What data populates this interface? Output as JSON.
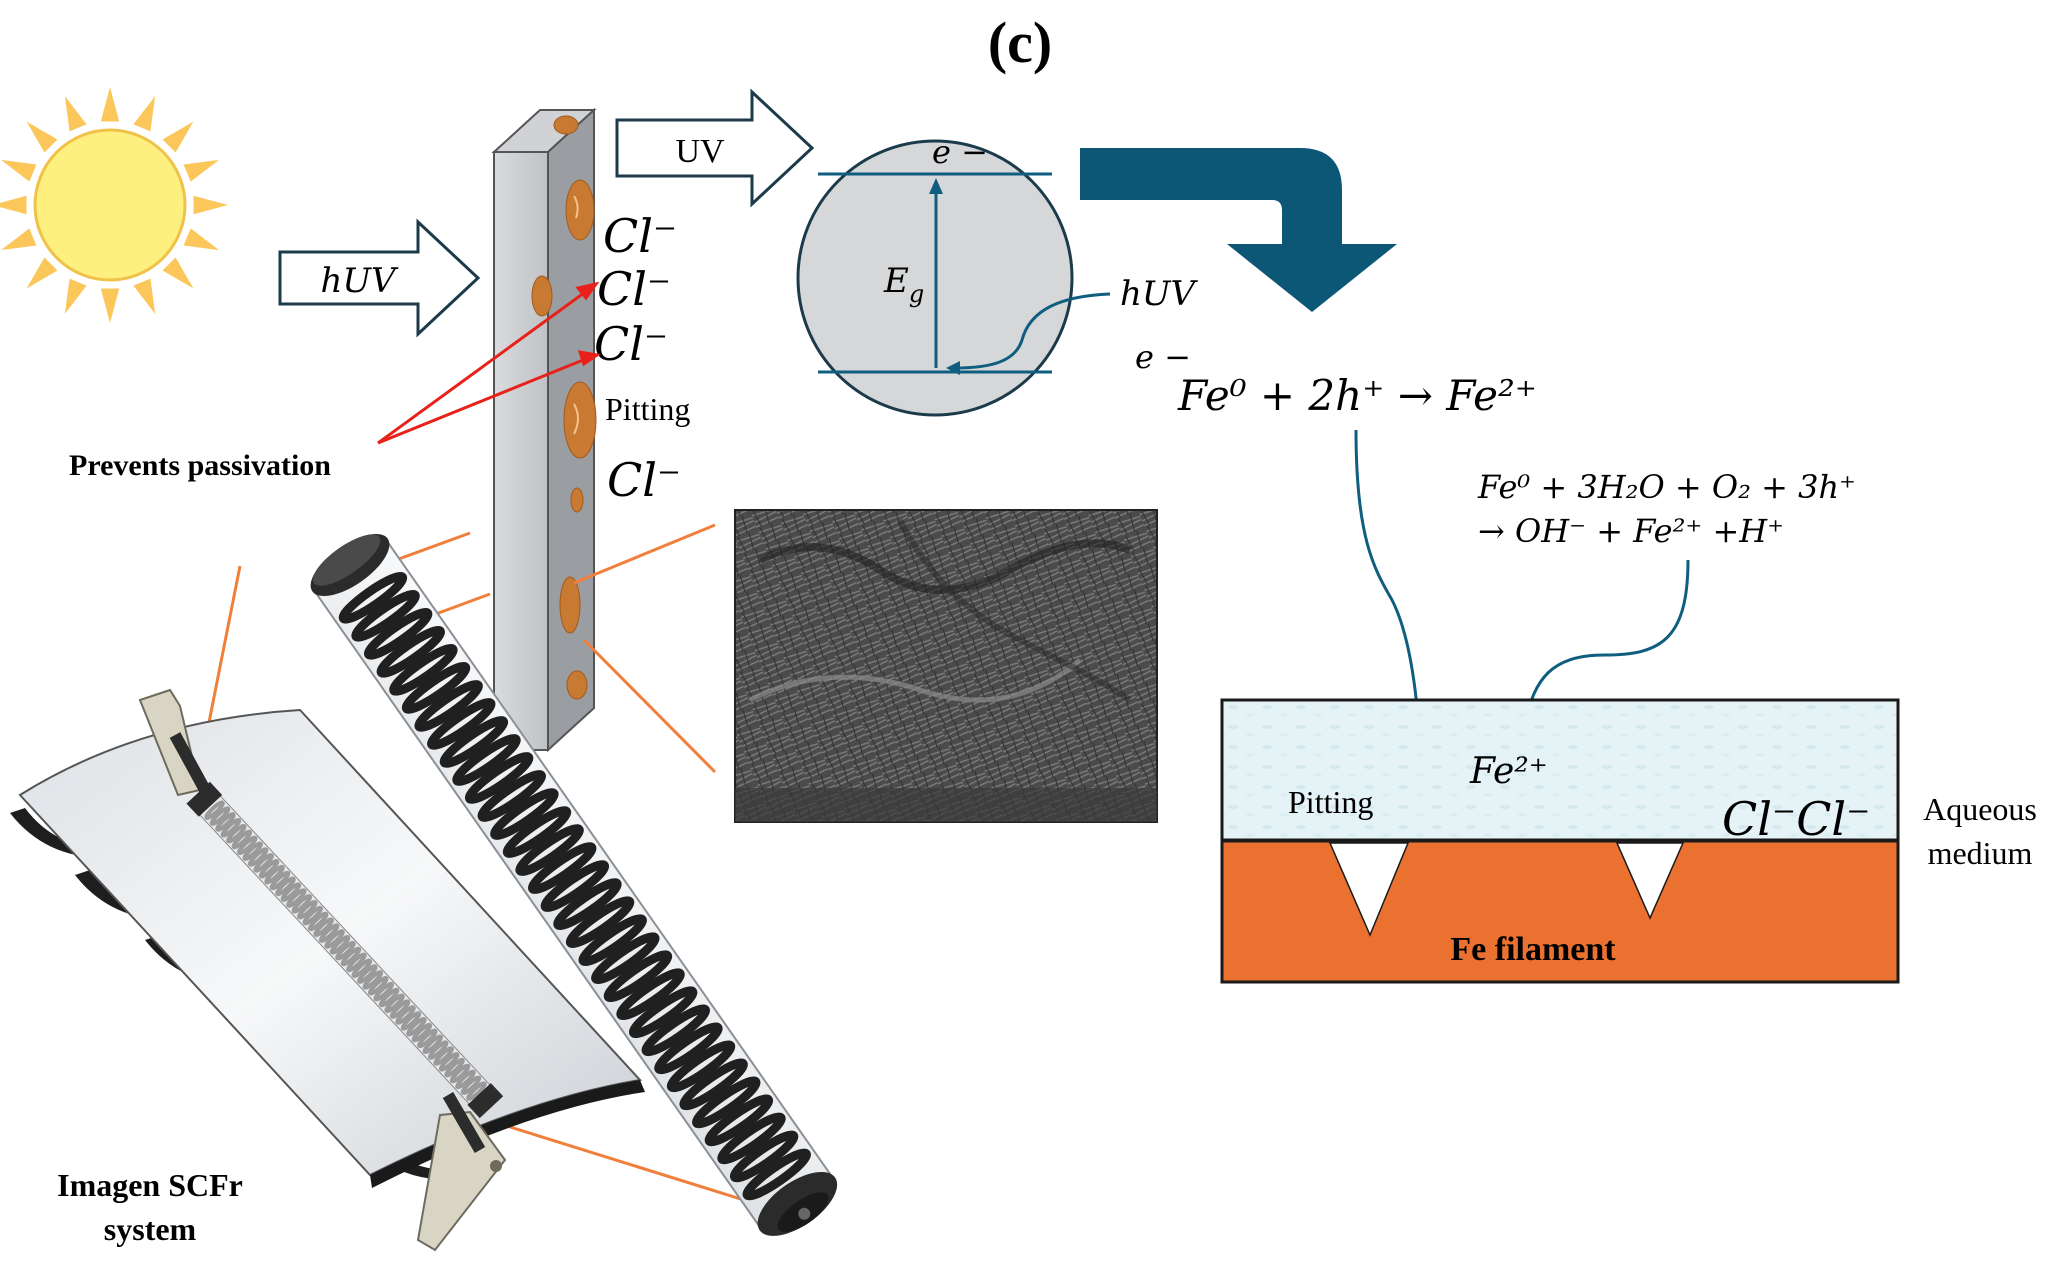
{
  "panel_label": "(c)",
  "sun": {
    "icon": "sun-icon",
    "fill": "#fdf07f",
    "rays": "#fcc75a"
  },
  "arrows": {
    "huv_input": "hUV",
    "uv_output": "UV",
    "huv_band": "hUV"
  },
  "strip": {
    "chloride_labels": [
      "Cl⁻",
      "Cl⁻",
      "Cl⁻",
      "Cl⁻"
    ],
    "pitting_label": "Pitting"
  },
  "passivation_label": "Prevents passivation",
  "band_diagram": {
    "electron_top": "e −",
    "gap_label": "E",
    "gap_subscript": "g"
  },
  "reaction_one": {
    "electron": "e −",
    "equation": "Fe⁰ + 2h⁺ → Fe²⁺"
  },
  "reaction_two": {
    "line1": "Fe⁰ + 3H₂O + O₂ + 3h⁺",
    "line2": "→ OH⁻ + Fe²⁺ +H⁺"
  },
  "filament": {
    "ion_label": "Fe²⁺",
    "pitting_label": "Pitting",
    "chloride_label": "Cl⁻Cl⁻",
    "medium_label_line1": "Aqueous",
    "medium_label_line2": "medium",
    "metal_label": "Fe filament"
  },
  "system_label_line1": "Imagen SCFr",
  "system_label_line2": "system",
  "colors": {
    "band_arrow": "#0f5e80",
    "big_arrow": "#0c5676",
    "red_pointer": "#e8221a",
    "orange_leader": "#f07f3c",
    "filament": "#ea7130",
    "medium": "#e5f3f6"
  }
}
